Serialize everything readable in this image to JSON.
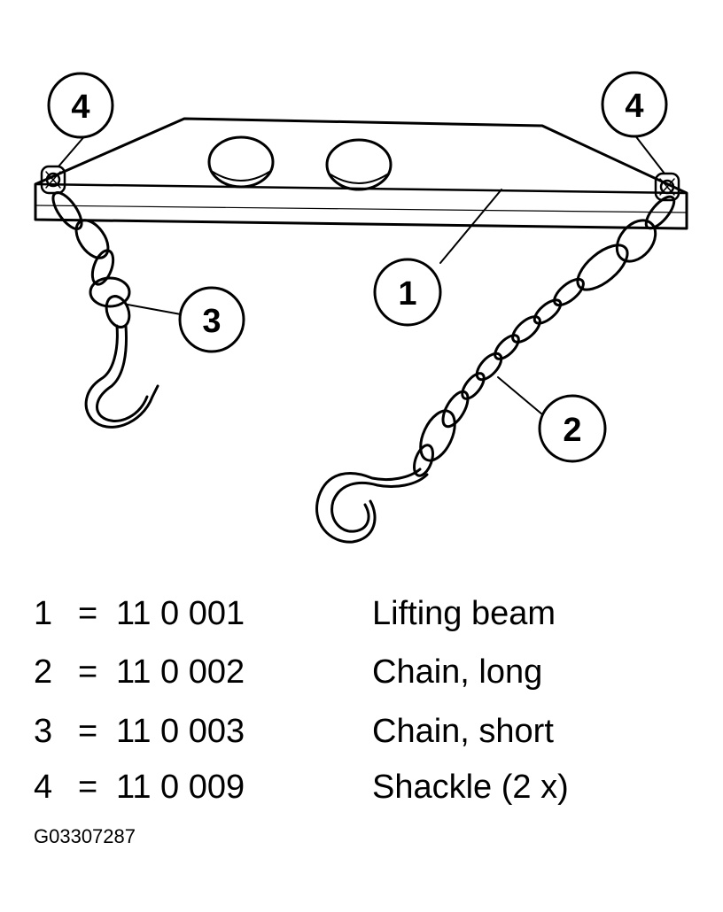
{
  "callouts": [
    {
      "id": "callout-1",
      "label": "1"
    },
    {
      "id": "callout-2",
      "label": "2"
    },
    {
      "id": "callout-3",
      "label": "3"
    },
    {
      "id": "callout-4-left",
      "label": "4"
    },
    {
      "id": "callout-4-right",
      "label": "4"
    }
  ],
  "legend": [
    {
      "num": "1",
      "eq": "=",
      "part": "11 0 001",
      "desc": "Lifting beam"
    },
    {
      "num": "2",
      "eq": "=",
      "part": "11 0 002",
      "desc": "Chain, long"
    },
    {
      "num": "3",
      "eq": "=",
      "part": "11 0 003",
      "desc": "Chain, short"
    },
    {
      "num": "4",
      "eq": "=",
      "part": "11 0 009",
      "desc": "Shackle (2 x)"
    }
  ],
  "figure_id": "G03307287"
}
